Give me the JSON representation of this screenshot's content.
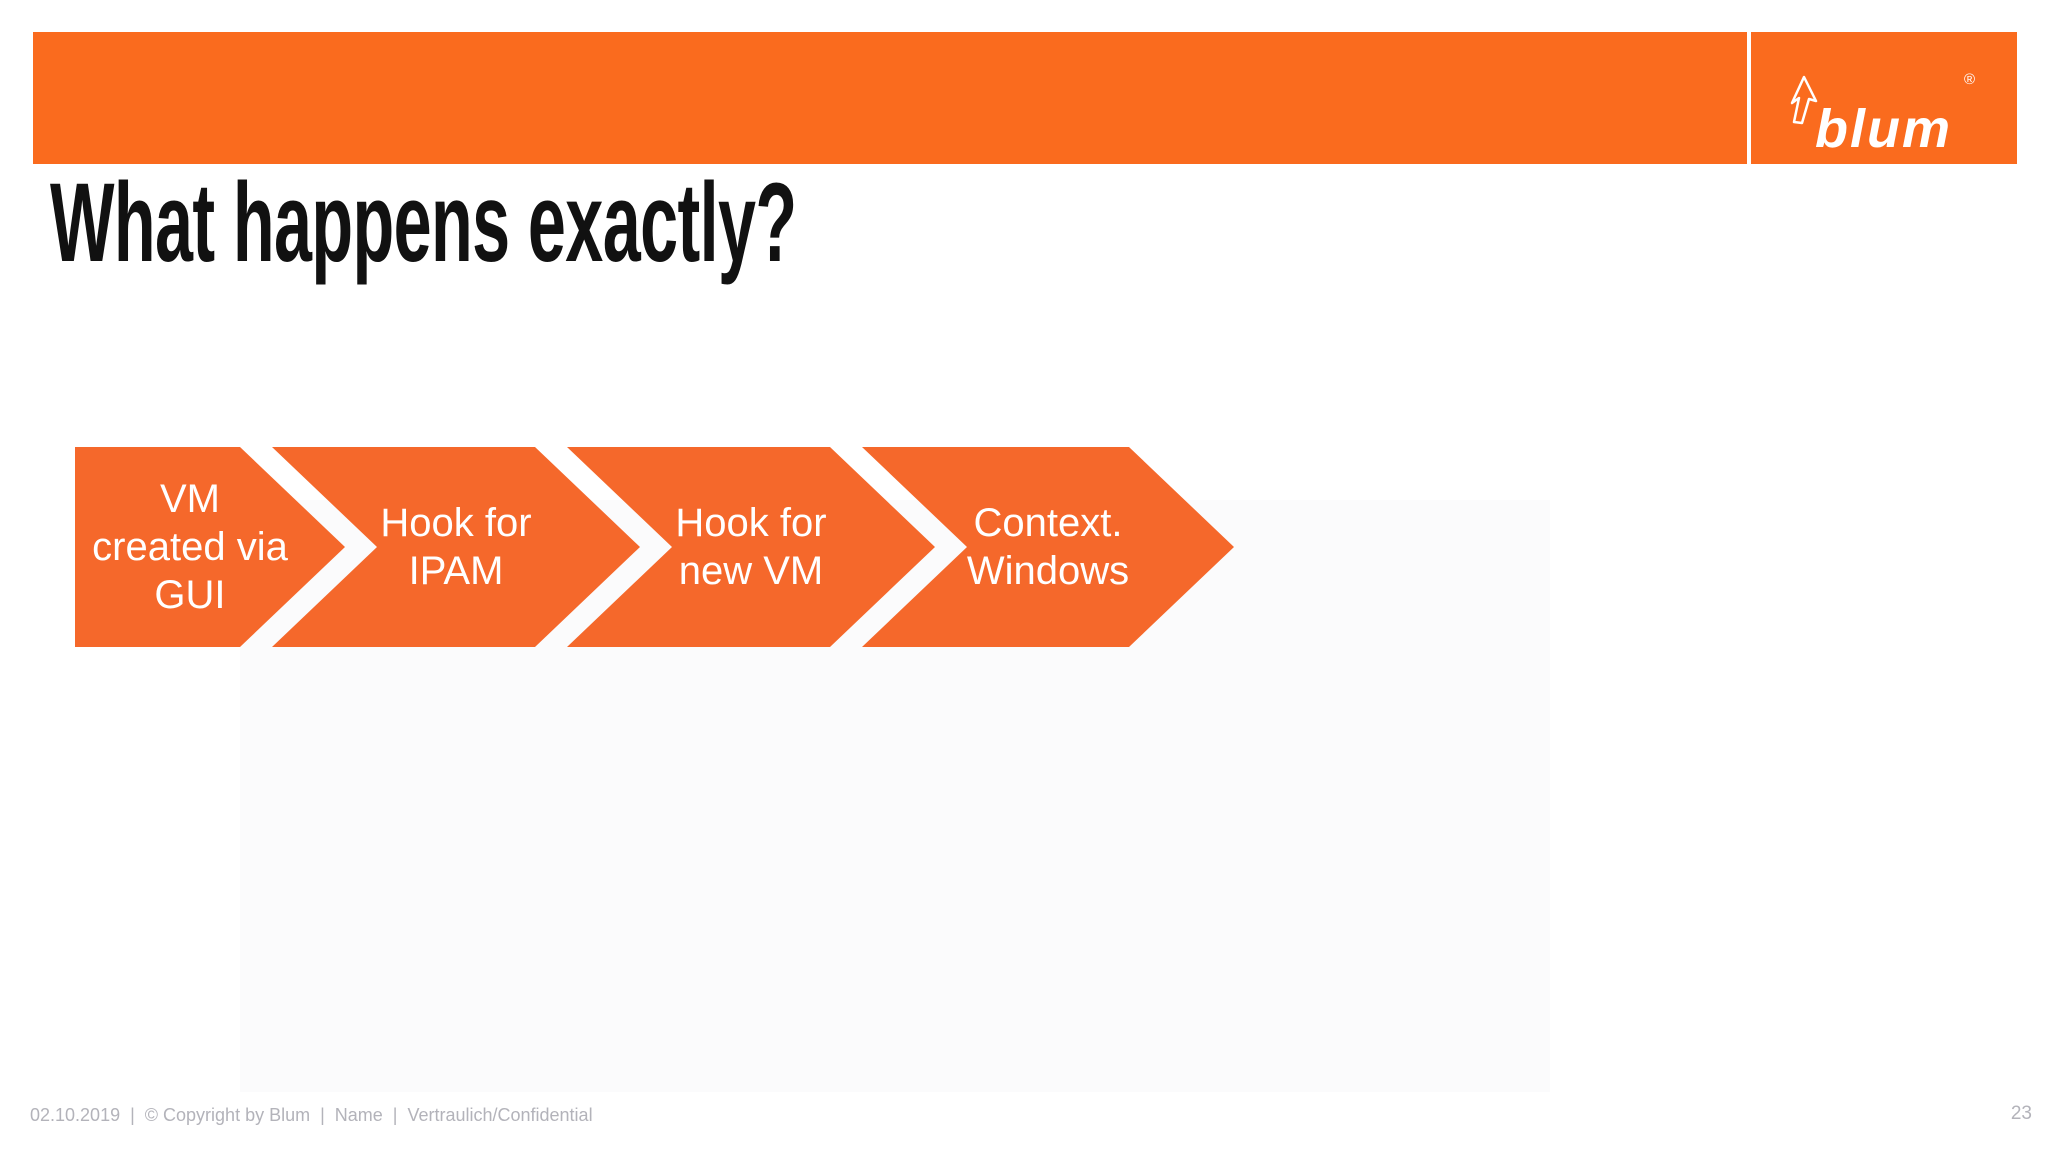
{
  "slide": {
    "title": "What happens exactly?",
    "footer": "02.10.2019  |  © Copyright by Blum  |  Name  |  Vertraulich/Confidential",
    "page_number": "23"
  },
  "logo": {
    "text": "blum",
    "trademark": "®",
    "arrow_icon": "up-arrow-outline"
  },
  "process": {
    "steps": [
      {
        "label": "VM created via GUI",
        "lines": [
          "VM",
          "created via",
          "GUI"
        ]
      },
      {
        "label": "Hook for IPAM",
        "lines": [
          "Hook for",
          "IPAM"
        ]
      },
      {
        "label": "Hook for new VM",
        "lines": [
          "Hook for",
          "new VM"
        ]
      },
      {
        "label": "Context. Windows",
        "lines": [
          "Context.",
          "Windows"
        ]
      }
    ]
  },
  "colors": {
    "header_orange": "#FA6B1E",
    "chevron_orange": "#F5682B",
    "title_black": "#111111",
    "footer_gray": "#B3B3BA",
    "text_white": "#FFFFFF"
  }
}
